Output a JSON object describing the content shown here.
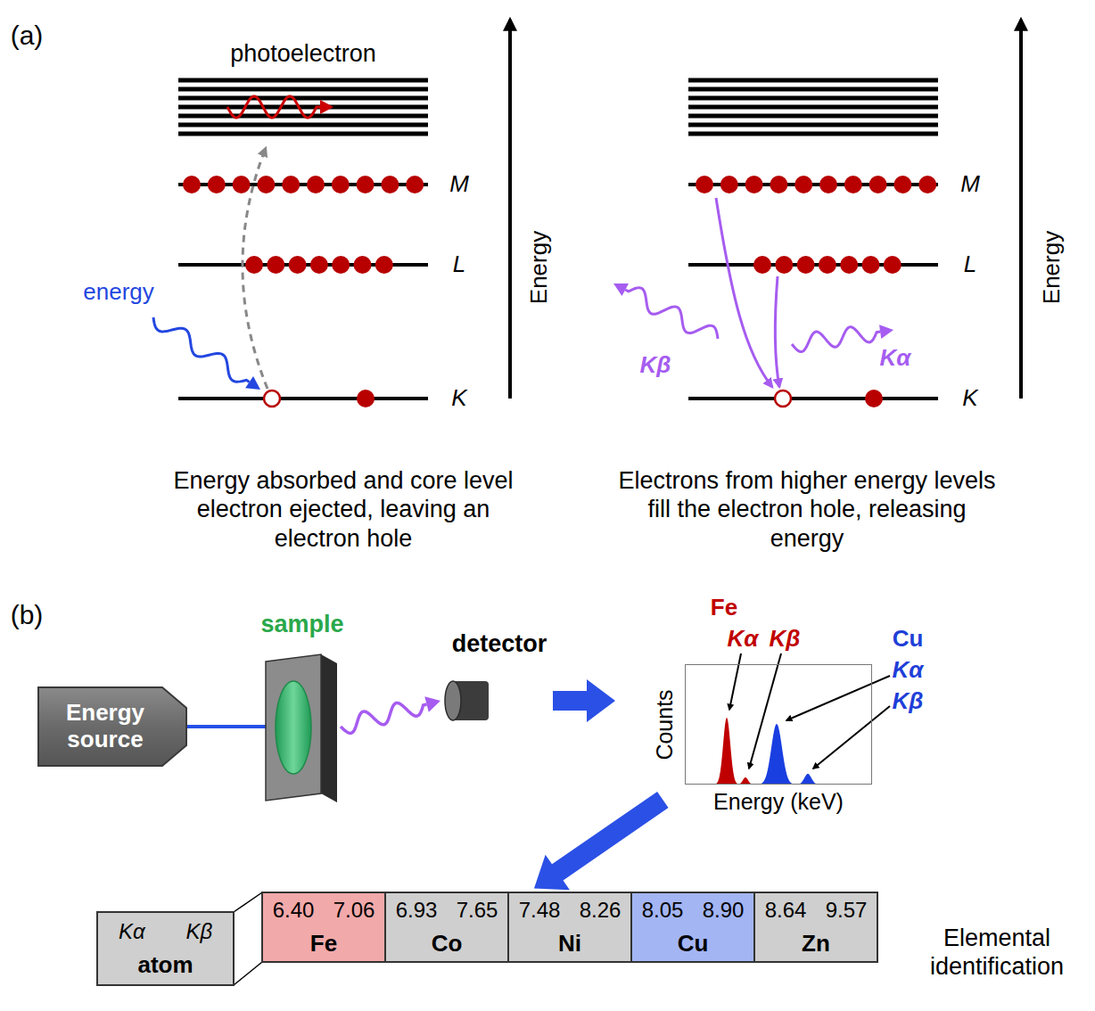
{
  "diagram": {
    "nodes": [
      {
        "text": [
          "Energy source"
        ]
      },
      {
        "text": [
          "sample"
        ]
      },
      {
        "text": [
          "detector"
        ]
      },
      {
        "text": [
          "Counts",
          "Energy (keV)"
        ]
      },
      {
        "text": [
          "Kα",
          "Kβ",
          "atom"
        ]
      },
      {
        "text": [
          "6.40",
          "7.06",
          "Fe"
        ]
      },
      {
        "text": [
          "6.93",
          "7.65",
          "Co"
        ]
      },
      {
        "text": [
          "7.48",
          "8.26",
          "Ni"
        ]
      },
      {
        "text": [
          "8.05",
          "8.90",
          "Cu"
        ]
      },
      {
        "text": [
          "8.64",
          "9.57",
          "Zn"
        ]
      }
    ],
    "edges": [
      {
        "from": 0,
        "to": 1,
        "arrow": "none"
      },
      {
        "from": 1,
        "to": 2,
        "arrow": "to"
      },
      {
        "from": 2,
        "to": 3,
        "arrow": "to"
      },
      {
        "from": 3,
        "to": 7,
        "arrow": "to"
      }
    ],
    "labels": [
      "(a)",
      "photoelectron",
      "M",
      "L",
      "K",
      "energy",
      "Energy",
      "Energy absorbed and core level electron ejected, leaving an electron hole",
      "M",
      "L",
      "K",
      "Kβ",
      "Kα",
      "Energy",
      "Electrons from higher energy levels fill the electron hole, releasing energy",
      "(b)",
      "Fe",
      "Kα",
      "Kβ",
      "Cu",
      "Kα",
      "Kβ",
      "Elemental identification"
    ]
  }
}
